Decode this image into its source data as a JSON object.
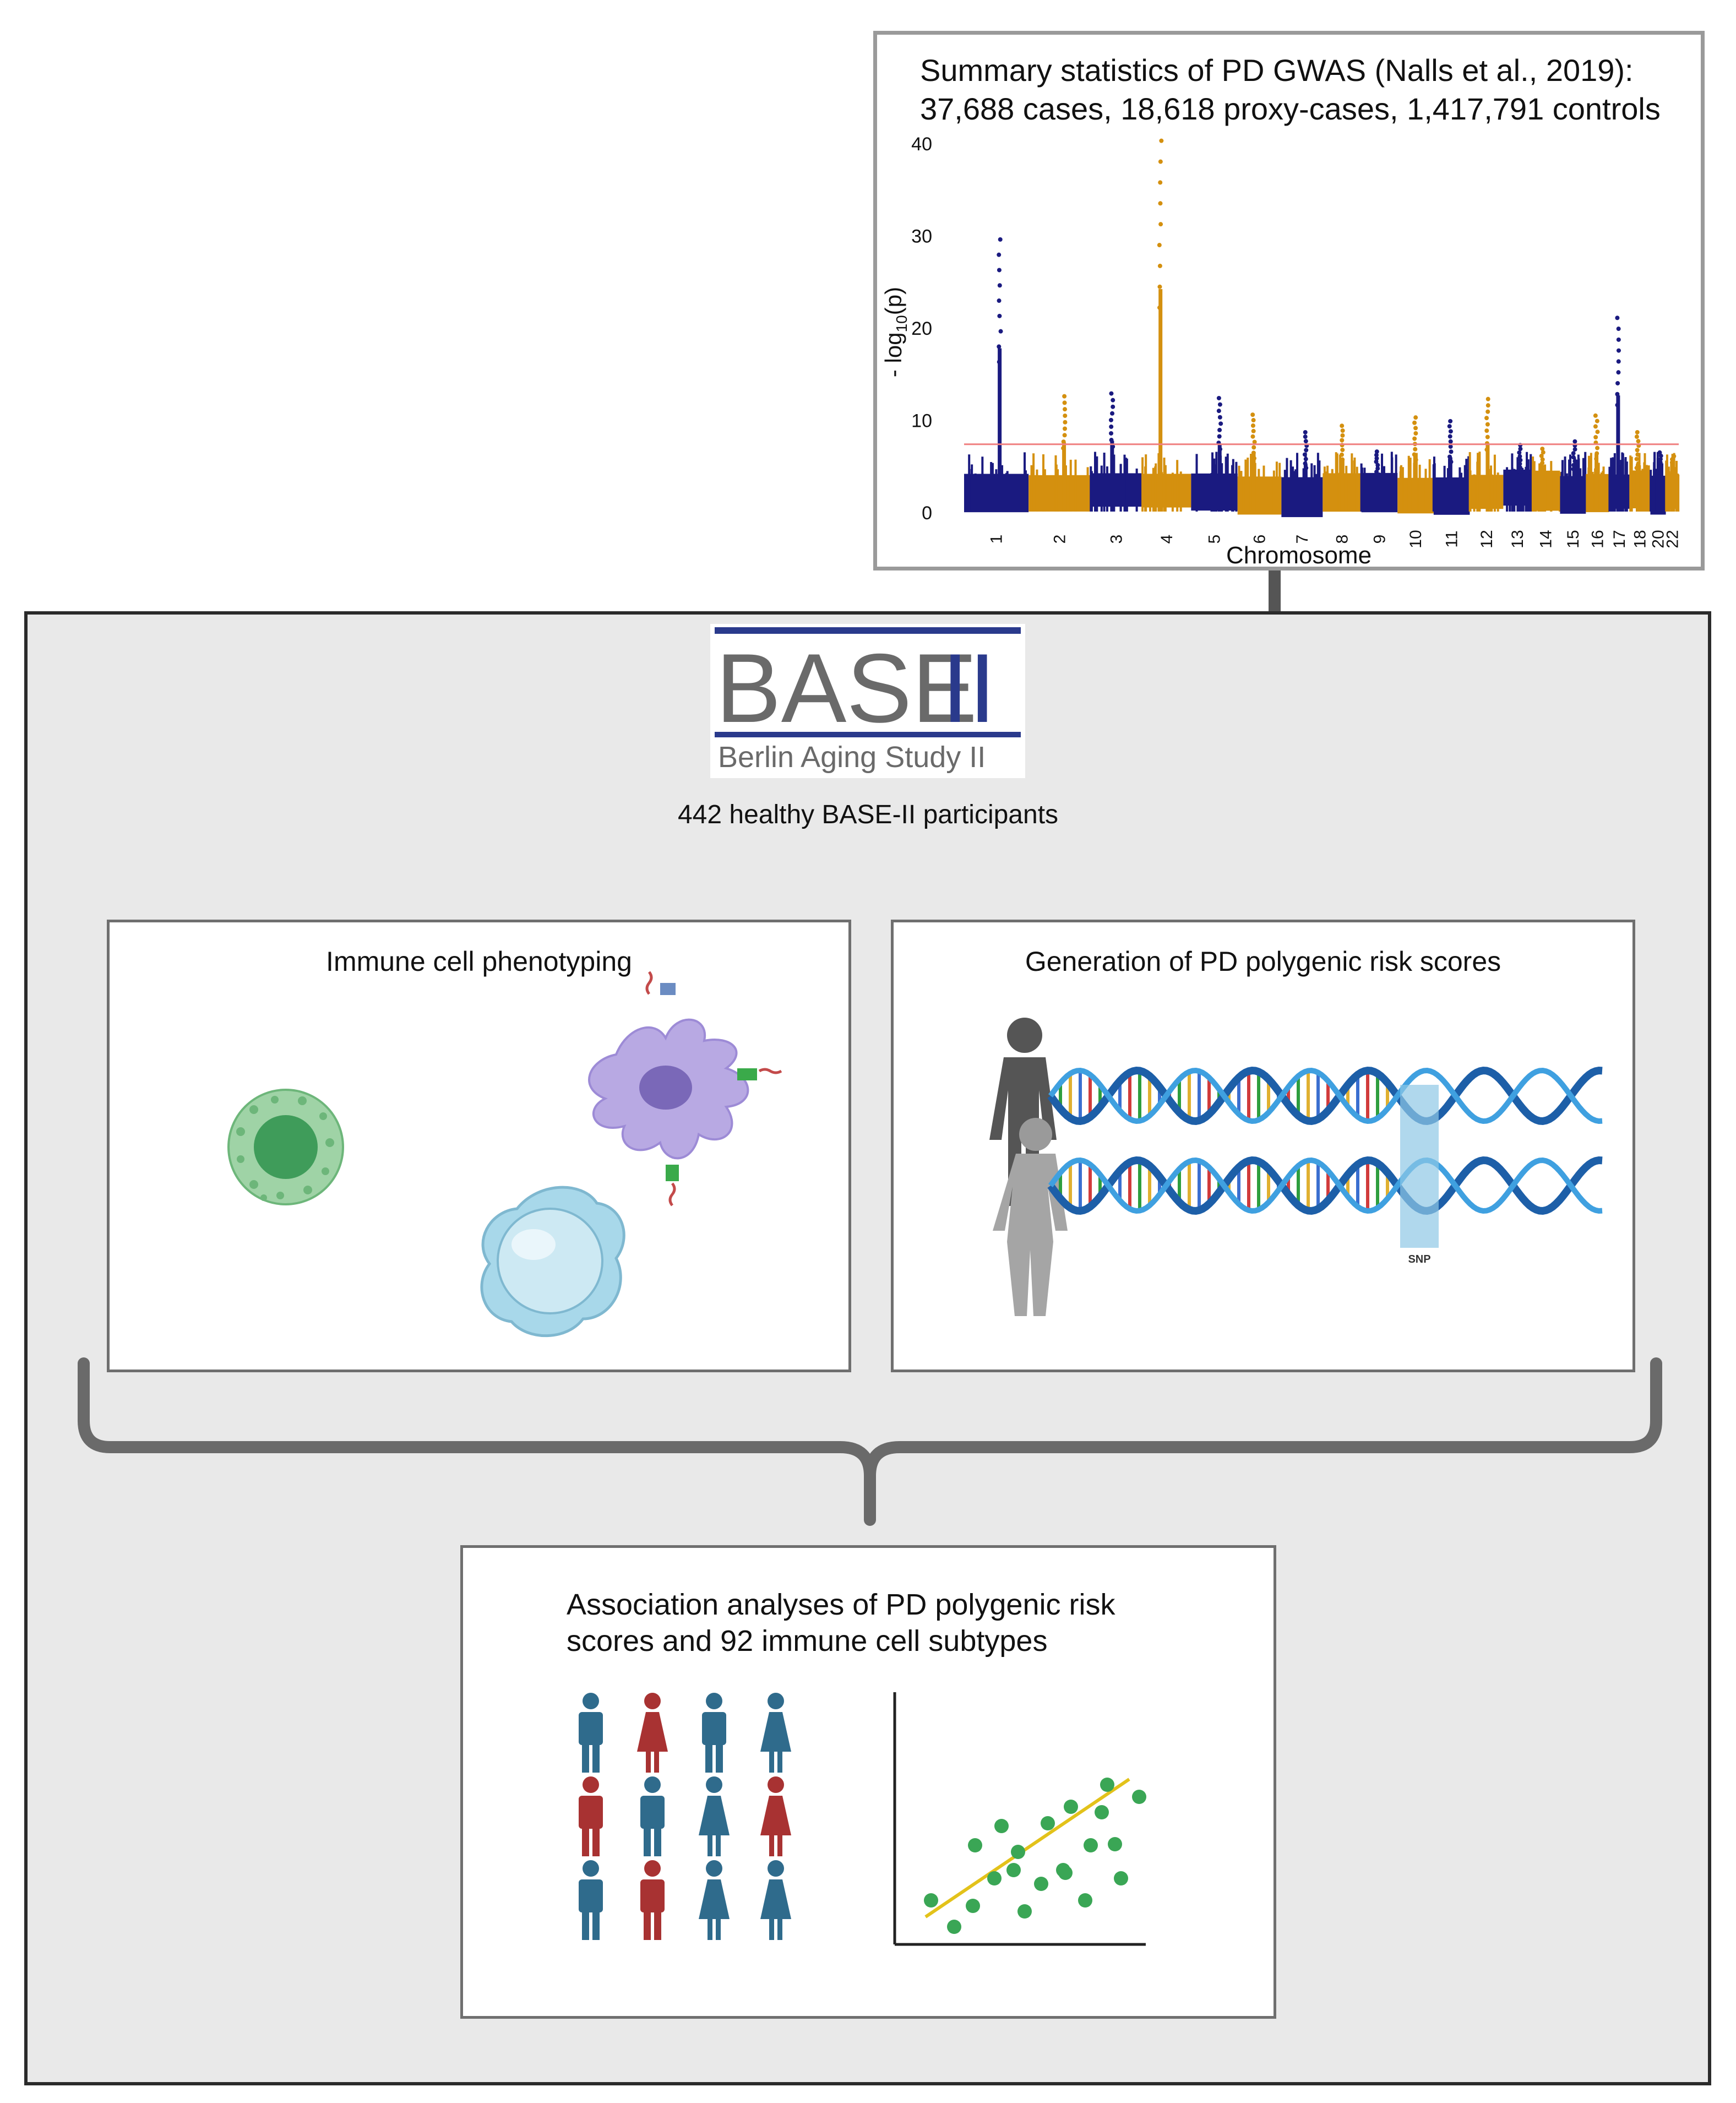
{
  "gwas": {
    "title_line1": "Summary statistics of PD GWAS (Nalls et al., 2019):",
    "title_line2": "37,688 cases, 18,618 proxy-cases, 1,417,791 controls"
  },
  "chart_data": {
    "type": "scatter",
    "title": "",
    "xlabel": "Chromosome",
    "ylabel": "- log10(p)",
    "ylim": [
      0,
      40
    ],
    "yticks": [
      "0",
      "10",
      "20",
      "30",
      "40"
    ],
    "significance_line": 7.3,
    "categories": [
      "1",
      "2",
      "3",
      "4",
      "5",
      "6",
      "7",
      "8",
      "9",
      "10",
      "11",
      "12",
      "13",
      "14",
      "15",
      "16",
      "17",
      "18",
      "20",
      "22"
    ],
    "colors": {
      "odd": "#1a1a80",
      "even": "#d4900f",
      "threshold": "#f08080"
    },
    "chromosome_peaks": [
      29.5,
      12.5,
      12.8,
      40.2,
      12.3,
      10.5,
      8.6,
      9.3,
      6.5,
      10.2,
      9.8,
      12.2,
      7.2,
      6.8,
      7.6,
      10.4,
      21.0,
      8.6,
      6.4,
      6.0
    ]
  },
  "base": {
    "logo_text": "BASE",
    "logo_suffix": "II",
    "logo_subtitle": "Berlin Aging Study II",
    "participants": "442 healthy BASE-II participants"
  },
  "immune": {
    "title": "Immune cell phenotyping"
  },
  "prs": {
    "title": "Generation of PD polygenic risk scores",
    "snp_label": "SNP"
  },
  "assoc": {
    "title_line1": "Association analyses of PD polygenic risk",
    "title_line2": "scores and 92 immune cell subtypes"
  }
}
